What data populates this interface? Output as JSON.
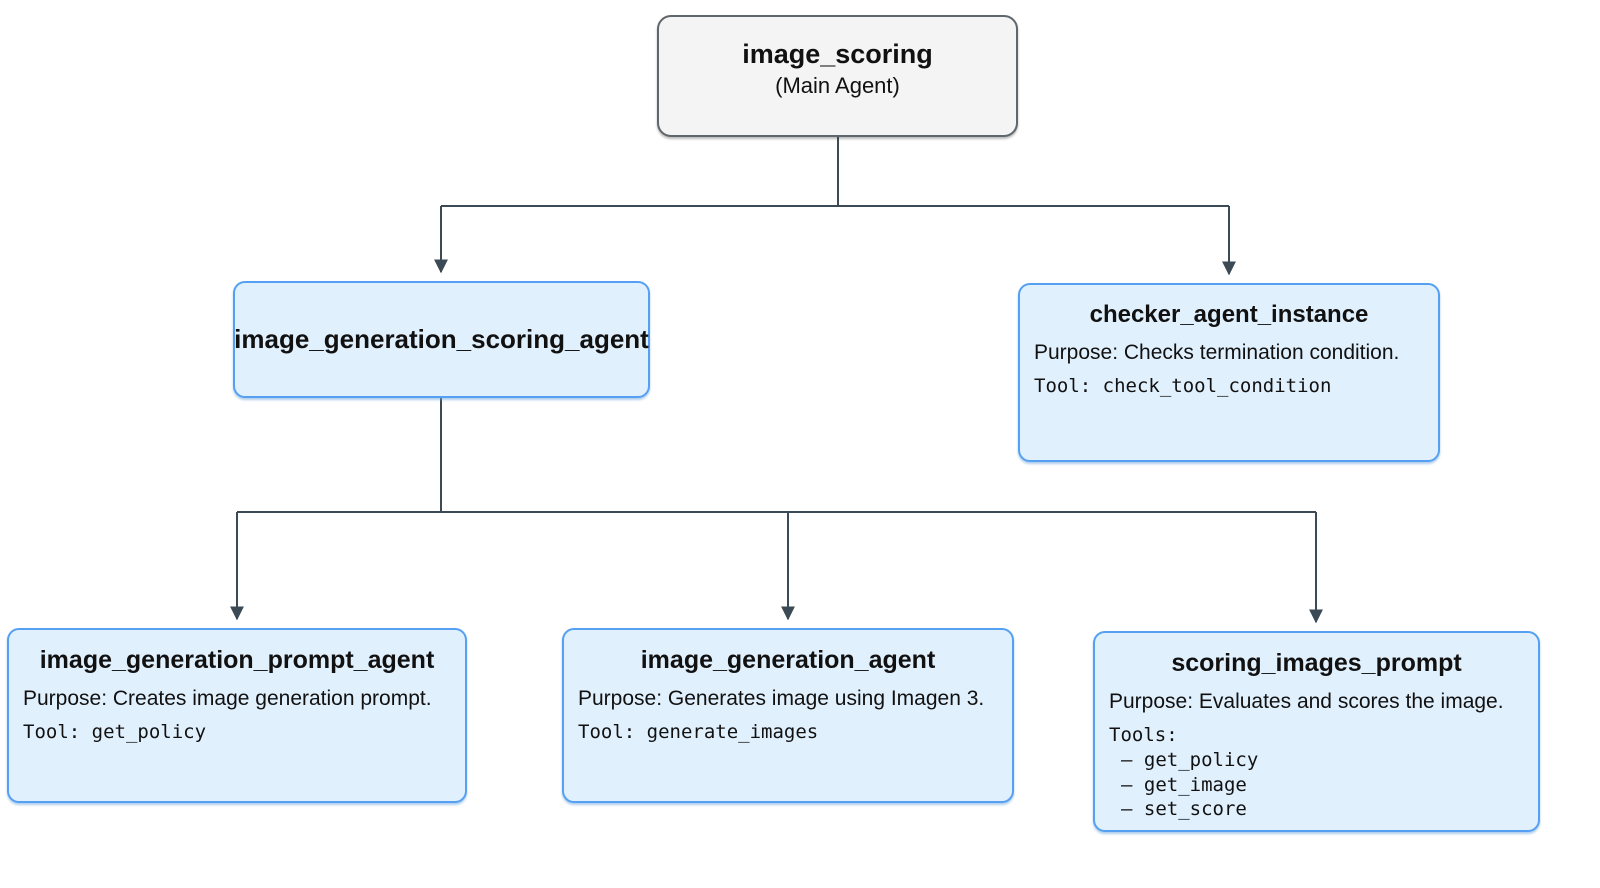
{
  "colors": {
    "node-fill": "#e1f0fd",
    "node-border": "#55a0f2",
    "root-fill": "#f4f4f4",
    "root-border": "#5f676c",
    "connector": "#3b4a54",
    "text": "#111111"
  },
  "nodes": {
    "image_scoring": {
      "title": "image_scoring",
      "subtitle": "(Main Agent)"
    },
    "image_generation_scoring_agent": {
      "title": "image_generation_scoring_agent"
    },
    "checker_agent_instance": {
      "title": "checker_agent_instance",
      "purpose": "Purpose: Checks termination condition.",
      "tool": "Tool: check_tool_condition"
    },
    "image_generation_prompt_agent": {
      "title": "image_generation_prompt_agent",
      "purpose": "Purpose: Creates image generation prompt.",
      "tool": "Tool: get_policy"
    },
    "image_generation_agent": {
      "title": "image_generation_agent",
      "purpose": "Purpose: Generates image using Imagen 3.",
      "tool": "Tool: generate_images"
    },
    "scoring_images_prompt": {
      "title": "scoring_images_prompt",
      "purpose": "Purpose: Evaluates and scores the image.",
      "tools_label": "Tools:",
      "tools": [
        "– get_policy",
        "– get_image",
        "– set_score"
      ]
    }
  }
}
